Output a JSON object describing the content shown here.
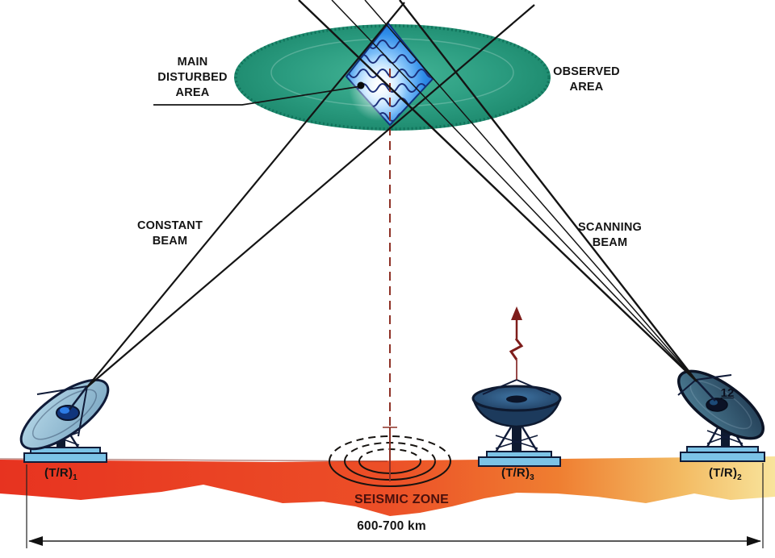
{
  "labels": {
    "main_disturbed_area": {
      "line1": "MAIN",
      "line2": "DISTURBED",
      "line3": "AREA"
    },
    "observed_area": {
      "line1": "OBSERVED",
      "line2": "AREA"
    },
    "constant_beam": {
      "line1": "CONSTANT",
      "line2": "BEAM"
    },
    "scanning_beam": {
      "line1": "SCANNING",
      "line2": "BEAM"
    },
    "seismic_zone": "SEISMIC ZONE",
    "distance": "600-700 km",
    "dish2_mark": "12"
  },
  "stations": [
    {
      "base": "(T/R)",
      "sub": "1"
    },
    {
      "base": "(T/R)",
      "sub": "3"
    },
    {
      "base": "(T/R)",
      "sub": "2"
    }
  ],
  "colors": {
    "ink": "#141414",
    "navy": "#101b38",
    "teal": "#2b9c80",
    "diamond-blue": "#2e8ce8",
    "ground-red": "#e73320",
    "ground-orange": "#ef7e31",
    "ground-yellow": "#f8e49c",
    "maroon": "#8e3126",
    "maroon-dark": "#4a100c",
    "bolt": "#7e1d1b",
    "platform-blue": "#7cc3e6"
  }
}
